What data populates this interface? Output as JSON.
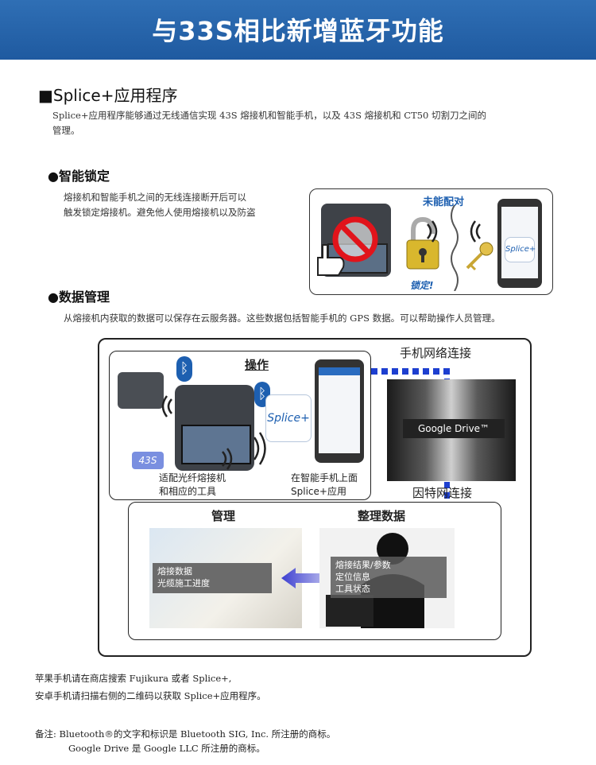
{
  "banner": {
    "title": "与33S相比新增蓝牙功能"
  },
  "section": {
    "title": "■Splice+应用程序",
    "intro_line1": "Splice+应用程序能够通过无线通信实现 43S 熔接机和智能手机，以及 43S 熔接机和 CT50 切割刀之间的",
    "intro_line2": "管理。"
  },
  "lock": {
    "heading": "●智能锁定",
    "desc_line1": "熔接机和智能手机之间的无线连接断开后可以",
    "desc_line2": "触发锁定熔接机。避免他人使用熔接机以及防盗",
    "unpaired": "未能配对",
    "locked": "锁定!",
    "splice_logo": "Splice+"
  },
  "data_mgmt": {
    "heading": "●数据管理",
    "desc": "从熔接机内获取的数据可以保存在云服务器。这些数据包括智能手机的 GPS 数据。可以帮助操作人员管理。"
  },
  "diagram": {
    "operation": "操作",
    "mobile_net": "手机网络连接",
    "google_drive": "Google Drive™",
    "internet": "因特网连接",
    "tool_label_1": "适配光纤熔接机",
    "tool_label_2": "和相应的工具",
    "phone_label_1": "在智能手机上面",
    "phone_label_2": "Splice+应用",
    "model_badge": "43S",
    "splice_logo": "Splice+",
    "manage": "管理",
    "organize": "整理数据",
    "manage_box_1": "熔接数据",
    "manage_box_2": "光缆施工进度",
    "org_box_1": "熔接结果/参数",
    "org_box_2": "定位信息",
    "org_box_3": "工具状态"
  },
  "footer": {
    "line1": "苹果手机请在商店搜索 Fujikura 或者 Splice+,",
    "line2": "安卓手机请扫描右侧的二维码以获取 Splice+应用程序。",
    "note1": "备注: Bluetooth®的文字和标识是 Bluetooth SIG, Inc. 所注册的商标。",
    "note2": "Google Drive 是 Google LLC 所注册的商标。"
  }
}
